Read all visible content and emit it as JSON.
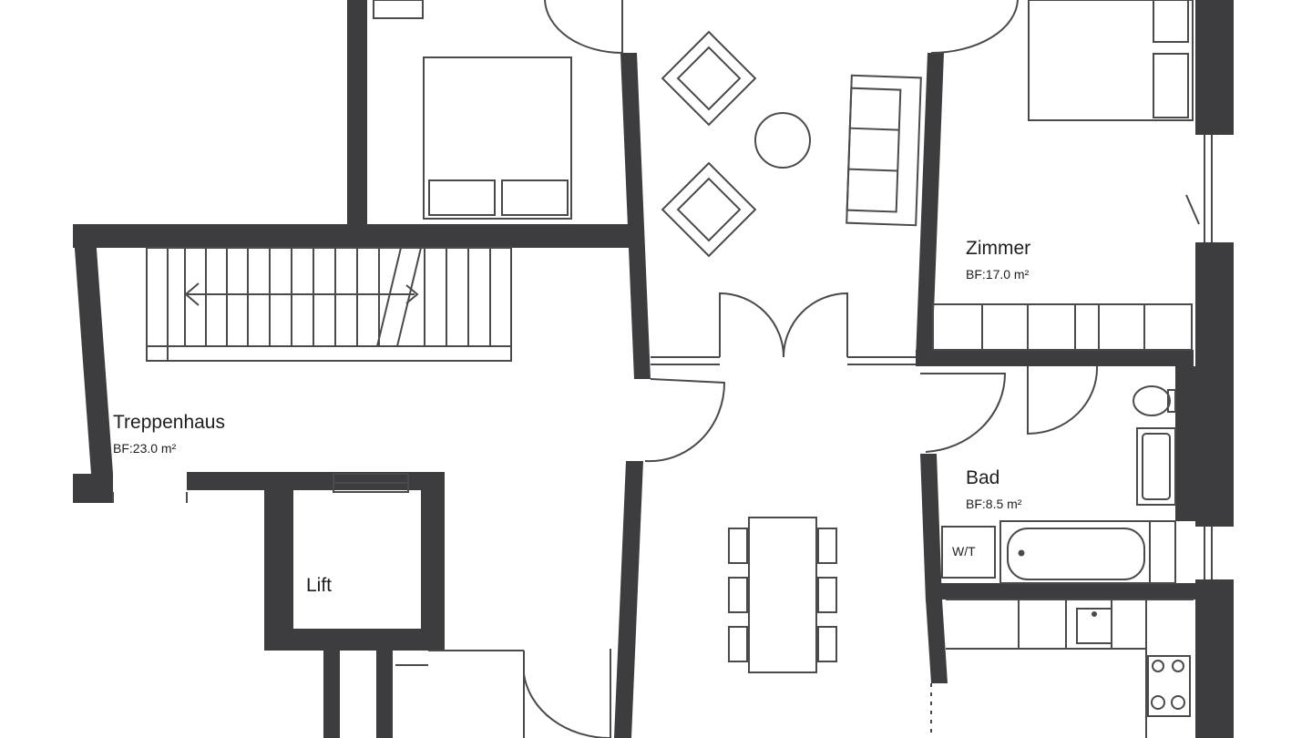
{
  "rooms": {
    "zimmer": {
      "name": "Zimmer",
      "area": "BF:17.0 m²"
    },
    "treppenhaus": {
      "name": "Treppenhaus",
      "area": "BF:23.0 m²"
    },
    "bad": {
      "name": "Bad",
      "area": "BF:8.5 m²"
    },
    "lift": {
      "name": "Lift"
    }
  },
  "fixtures": {
    "washer_dryer": "W/T"
  },
  "colors": {
    "wall": "#3d3d40",
    "line": "#4a4a4a",
    "background": "#ffffff"
  }
}
